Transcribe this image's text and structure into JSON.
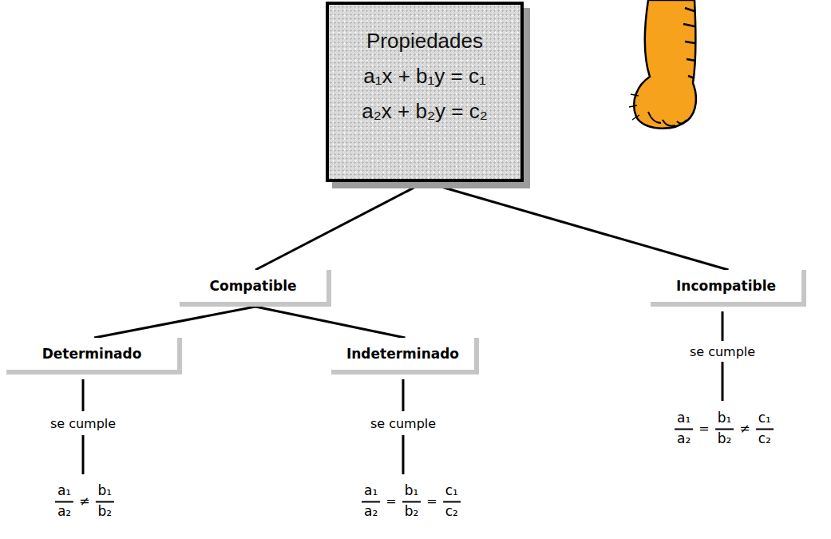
{
  "diagram": {
    "nodes": [
      {
        "text": [
          "Propiedades",
          "a₁x + b₁y = c₁",
          "a₂x + b₂y = c₂"
        ]
      },
      {
        "text": [
          "Compatible"
        ]
      },
      {
        "text": [
          "Incompatible"
        ]
      },
      {
        "text": [
          "Determinado"
        ]
      },
      {
        "text": [
          "Indeterminado"
        ]
      }
    ],
    "edges": [
      {
        "from": 0,
        "to": 1,
        "arrow": "none"
      },
      {
        "from": 0,
        "to": 2,
        "arrow": "none"
      },
      {
        "from": 1,
        "to": 3,
        "arrow": "none"
      },
      {
        "from": 1,
        "to": 4,
        "arrow": "none"
      }
    ],
    "labels": [
      "se cumple",
      "a₁",
      "a₂",
      "=",
      "b₁",
      "b₂",
      "≠",
      "c₁",
      "c₂",
      "se cumple",
      "se cumple",
      "a₁",
      "a₂",
      "≠",
      "b₁",
      "b₂",
      "a₁",
      "a₂",
      "=",
      "b₁",
      "b₂",
      "=",
      "c₁",
      "c₂"
    ]
  }
}
